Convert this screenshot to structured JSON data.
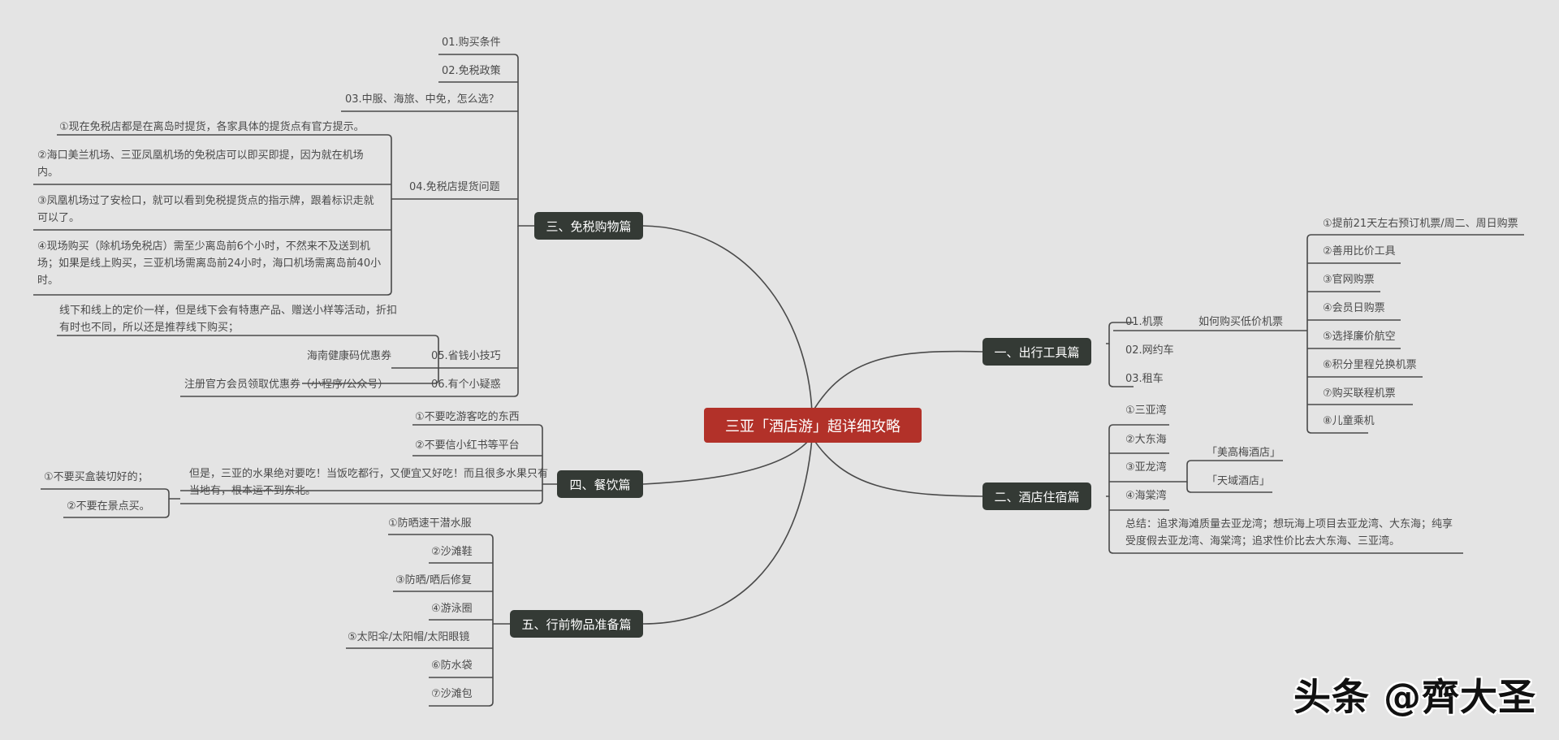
{
  "root": "三亚「酒店游」超详细攻略",
  "branches": {
    "transport": "一、出行工具篇",
    "hotel": "二、酒店住宿篇",
    "dutyfree": "三、免税购物篇",
    "food": "四、餐饮篇",
    "packing": "五、行前物品准备篇"
  },
  "transport": {
    "items": [
      "01.机票",
      "02.网约车",
      "03.租车"
    ],
    "sub_label": "如何购买低价机票",
    "tips": [
      "①提前21天左右预订机票/周二、周日购票",
      "②善用比价工具",
      "③官网购票",
      "④会员日购票",
      "⑤选择廉价航空",
      "⑥积分里程兑换机票",
      "⑦购买联程机票",
      "⑧儿童乘机"
    ]
  },
  "hotel": {
    "bays": [
      "①三亚湾",
      "②大东海",
      "③亚龙湾",
      "④海棠湾"
    ],
    "yalong_hotels": [
      "「美高梅酒店」",
      "「天域酒店」"
    ],
    "summary": "总结：追求海滩质量去亚龙湾；想玩海上项目去亚龙湾、大东海；纯享受度假去亚龙湾、海棠湾；追求性价比去大东海、三亚湾。"
  },
  "dutyfree": {
    "items": [
      "01.购买条件",
      "02.免税政策",
      "03.中服、海旅、中免，怎么选？",
      "04.免税店提货问题",
      "05.省钱小技巧",
      "06.有个小疑惑"
    ],
    "pickup": [
      "①现在免税店都是在离岛时提货，各家具体的提货点有官方提示。",
      "②海口美兰机场、三亚凤凰机场的免税店可以即买即提，因为就在机场内。",
      "③凤凰机场过了安检口，就可以看到免税提货点的指示牌，跟着标识走就可以了。",
      "④现场购买（除机场免税店）需至少离岛前6个小时，不然来不及送到机场；如果是线上购买，三亚机场需离岛前24小时，海口机场需离岛前40小时。"
    ],
    "saving": [
      "海南健康码优惠券",
      "注册官方会员领取优惠券（小程序/公众号）"
    ],
    "doubt": "线下和线上的定价一样，但是线下会有特惠产品、赠送小样等活动，折扣有时也不同，所以还是推荐线下购买；"
  },
  "food": {
    "items": [
      "①不要吃游客吃的东西",
      "②不要信小红书等平台"
    ],
    "fruit": "但是，三亚的水果绝对要吃！当饭吃都行，又便宜又好吃！而且很多水果只有当地有，根本运不到东北。",
    "fruit_tips": [
      "①不要买盒装切好的；",
      "②不要在景点买。"
    ]
  },
  "packing": {
    "items": [
      "①防晒速干潜水服",
      "②沙滩鞋",
      "③防晒/晒后修复",
      "④游泳圈",
      "⑤太阳伞/太阳帽/太阳眼镜",
      "⑥防水袋",
      "⑦沙滩包"
    ]
  },
  "watermark": "头条 @齊大圣",
  "colors": {
    "root": "#b23129",
    "node": "#343a35",
    "line": "#4a4a4a",
    "background": "#e4e4e4"
  }
}
